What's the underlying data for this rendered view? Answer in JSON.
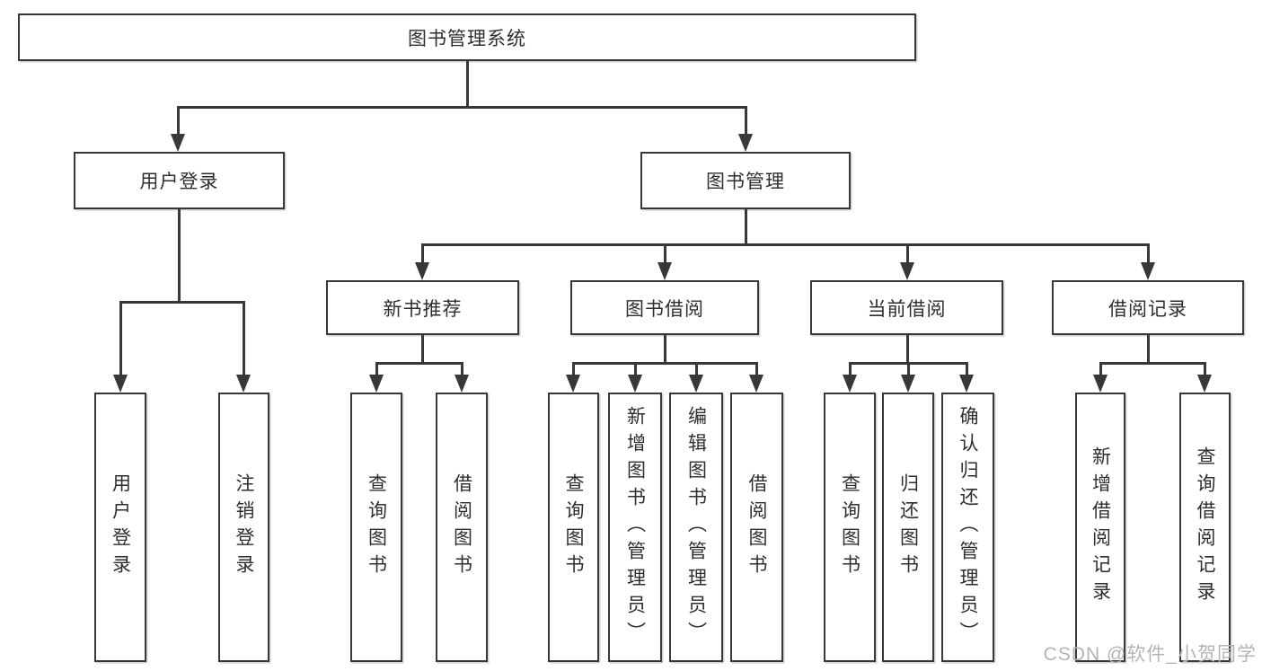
{
  "title": "图书管理系统",
  "watermark": "CSDN @软件_小贺同学",
  "colors": {
    "background": "#ffffff",
    "line": "#383838",
    "box_border": "#383838",
    "text": "#2e2e2e",
    "watermark": "#b4b4b4"
  },
  "nodes": {
    "root": {
      "label": "图书管理系统"
    },
    "user_login": {
      "label": "用户登录",
      "parent": "图书管理系统"
    },
    "book_mgmt": {
      "label": "图书管理",
      "parent": "图书管理系统"
    },
    "new_book_rec": {
      "label": "新书推荐",
      "parent": "图书管理"
    },
    "book_borrow": {
      "label": "图书借阅",
      "parent": "图书管理"
    },
    "current_borrow": {
      "label": "当前借阅",
      "parent": "图书管理"
    },
    "borrow_records": {
      "label": "借阅记录",
      "parent": "图书管理"
    },
    "leaves": [
      {
        "label": "用户登录",
        "parent": "用户登录"
      },
      {
        "label": "注销登录",
        "parent": "用户登录"
      },
      {
        "label": "查询图书",
        "parent": "新书推荐"
      },
      {
        "label": "借阅图书",
        "parent": "新书推荐"
      },
      {
        "label": "查询图书",
        "parent": "图书借阅"
      },
      {
        "label": "新增图书（管理员）",
        "parent": "图书借阅"
      },
      {
        "label": "编辑图书（管理员）",
        "parent": "图书借阅"
      },
      {
        "label": "借阅图书",
        "parent": "图书借阅"
      },
      {
        "label": "查询图书",
        "parent": "当前借阅"
      },
      {
        "label": "归还图书",
        "parent": "当前借阅"
      },
      {
        "label": "确认归还（管理员）",
        "parent": "当前借阅"
      },
      {
        "label": "新增借阅记录",
        "parent": "借阅记录"
      },
      {
        "label": "查询借阅记录",
        "parent": "借阅记录"
      }
    ]
  }
}
